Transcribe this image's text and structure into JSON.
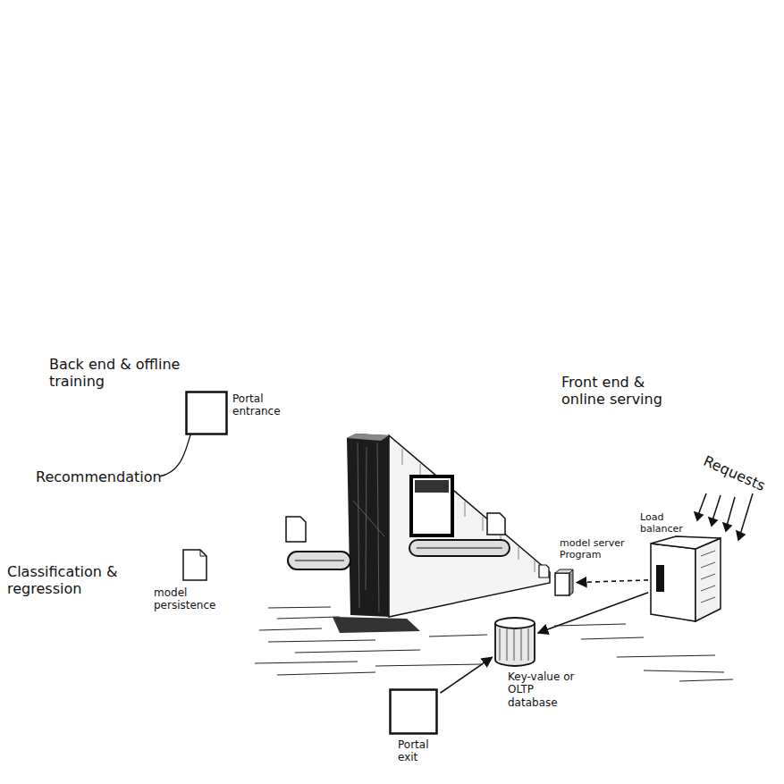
{
  "diagram": {
    "nodes": [
      {
        "text": [
          "Portal entrance"
        ]
      },
      {
        "text": [
          "model persistence"
        ]
      },
      {
        "text": [
          "Load balancer"
        ]
      },
      {
        "text": [
          "model server Program"
        ]
      },
      {
        "text": [
          "Key-value or OLTP database"
        ]
      },
      {
        "text": [
          "Portal exit"
        ]
      }
    ],
    "edges": [
      {
        "from": 2,
        "to": 3,
        "arrow": "to"
      },
      {
        "from": 2,
        "to": 4,
        "arrow": "to"
      },
      {
        "from": 5,
        "to": 4,
        "arrow": "to"
      }
    ],
    "labels": [
      "Back end & offline training",
      "Recommendation",
      "Classification & regression",
      "Front end & online serving",
      "Requests"
    ]
  }
}
